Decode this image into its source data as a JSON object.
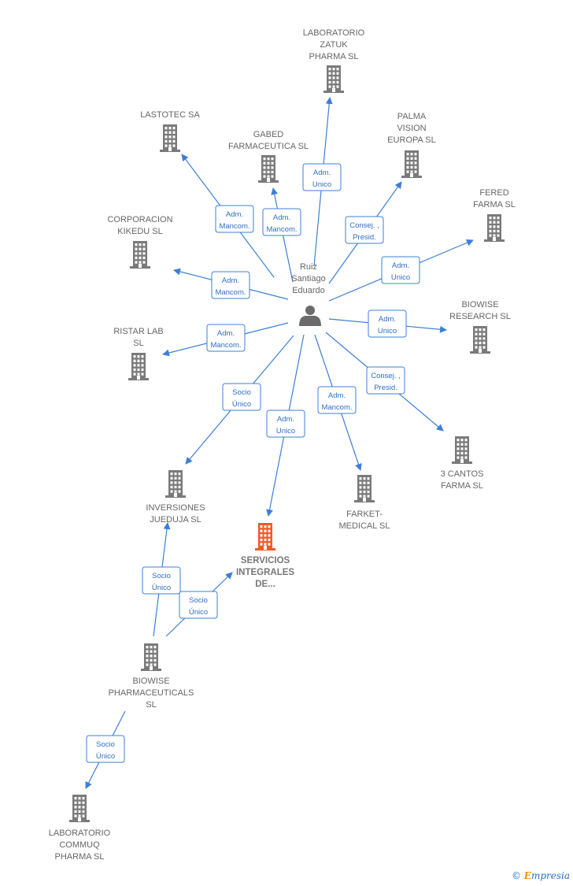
{
  "person": {
    "name_lines": [
      "Ruiz",
      "Santiago",
      "Eduardo"
    ]
  },
  "companies": [
    {
      "id": "zatuk",
      "lines": [
        "LABORATORIO",
        "ZATUK",
        "PHARMA SL"
      ],
      "main": false
    },
    {
      "id": "lastotec",
      "lines": [
        "LASTOTEC SA"
      ],
      "main": false
    },
    {
      "id": "gabed",
      "lines": [
        "GABED",
        "FARMACEUTICA SL"
      ],
      "main": false
    },
    {
      "id": "palma",
      "lines": [
        "PALMA",
        "VISION",
        "EUROPA  SL"
      ],
      "main": false
    },
    {
      "id": "fered",
      "lines": [
        "FERED",
        "FARMA SL"
      ],
      "main": false
    },
    {
      "id": "kikedu",
      "lines": [
        "CORPORACION",
        "KIKEDU SL"
      ],
      "main": false
    },
    {
      "id": "biowise_r",
      "lines": [
        "BIOWISE",
        "RESEARCH  SL"
      ],
      "main": false
    },
    {
      "id": "ristar",
      "lines": [
        "RISTAR LAB",
        "SL"
      ],
      "main": false
    },
    {
      "id": "cantos",
      "lines": [
        "3 CANTOS",
        "FARMA SL"
      ],
      "main": false
    },
    {
      "id": "jueduja",
      "lines": [
        "INVERSIONES",
        "JUEDUJA  SL"
      ],
      "main": false
    },
    {
      "id": "farket",
      "lines": [
        "FARKET-",
        "MEDICAL SL"
      ],
      "main": false
    },
    {
      "id": "servicios",
      "lines": [
        "SERVICIOS",
        "INTEGRALES",
        "DE..."
      ],
      "main": true
    },
    {
      "id": "biowise_p",
      "lines": [
        "BIOWISE",
        "PHARMACEUTICALS",
        "SL"
      ],
      "main": false
    },
    {
      "id": "commuq",
      "lines": [
        "LABORATORIO",
        "COMMUQ",
        "PHARMA SL"
      ],
      "main": false
    }
  ],
  "relations": [
    {
      "to": "zatuk",
      "lines": [
        "Adm.",
        "Unico"
      ]
    },
    {
      "to": "lastotec",
      "lines": [
        "Adm.",
        "Mancom."
      ]
    },
    {
      "to": "gabed",
      "lines": [
        "Adm.",
        "Mancom."
      ]
    },
    {
      "to": "palma",
      "lines": [
        "Consej. ,",
        "Presid."
      ]
    },
    {
      "to": "fered",
      "lines": [
        "Adm.",
        "Unico"
      ]
    },
    {
      "to": "kikedu",
      "lines": [
        "Adm.",
        "Mancom."
      ]
    },
    {
      "to": "biowise_r",
      "lines": [
        "Adm.",
        "Unico"
      ]
    },
    {
      "to": "ristar",
      "lines": [
        "Adm.",
        "Mancom."
      ]
    },
    {
      "to": "cantos",
      "lines": [
        "Consej. ,",
        "Presid."
      ]
    },
    {
      "to": "jueduja",
      "lines": [
        "Socio",
        "Único"
      ]
    },
    {
      "to": "farket",
      "lines": [
        "Adm.",
        "Mancom."
      ]
    },
    {
      "to": "servicios",
      "lines": [
        "Adm.",
        "Unico"
      ]
    },
    {
      "from": "biowise_p",
      "to": "jueduja",
      "lines": [
        "Socio",
        "Único"
      ]
    },
    {
      "from": "biowise_p",
      "to": "servicios",
      "lines": [
        "Socio",
        "Único"
      ]
    },
    {
      "from": "biowise_p",
      "to": "commuq",
      "lines": [
        "Socio",
        "Único"
      ]
    }
  ],
  "colors": {
    "edge": "#3d7fd6",
    "building": "#7a7a7a",
    "building_main": "#f05a28"
  },
  "footer": {
    "copyright": "©",
    "brand_initial": "E",
    "brand_rest": "mpresia"
  }
}
